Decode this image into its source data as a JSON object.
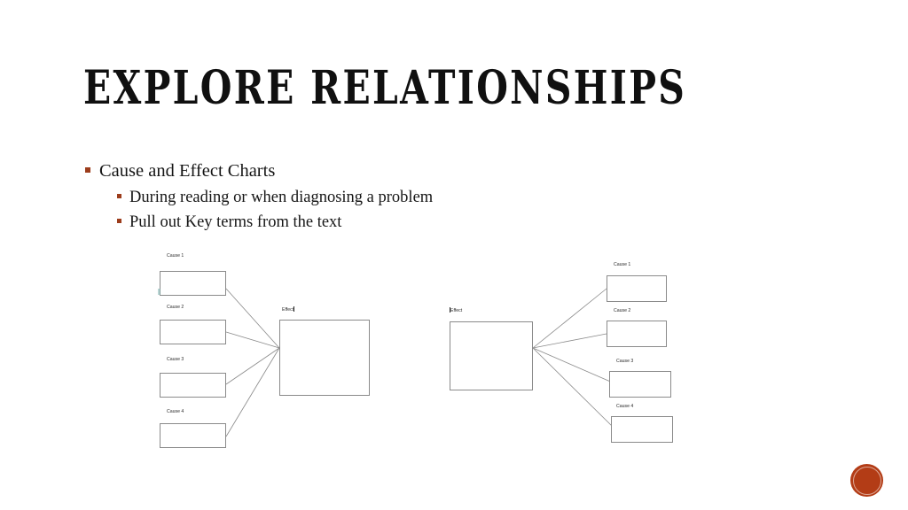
{
  "slide": {
    "title": "EXPLORE RELATIONSHIPS",
    "background_color": "#FFFFFF",
    "accent_color": "#B33C16",
    "bullet_color": "#9C3D1C"
  },
  "body": {
    "bullets": [
      {
        "level": 1,
        "text": "Cause and Effect Charts"
      },
      {
        "level": 2,
        "text": "During reading or when diagnosing a problem"
      },
      {
        "level": 2,
        "text": "Pull out Key terms from the text"
      }
    ]
  },
  "diagrams": [
    {
      "name": "causes-to-effect",
      "orientation": "causes-left-effect-right",
      "effect": {
        "label": "Effect",
        "has_text_cursor": true
      },
      "causes": [
        {
          "label": "Cause 1"
        },
        {
          "label": "Cause 2"
        },
        {
          "label": "Cause 3"
        },
        {
          "label": "Cause 4"
        }
      ]
    },
    {
      "name": "effect-to-causes",
      "orientation": "effect-left-causes-right",
      "effect": {
        "label": "Effect",
        "has_text_cursor": true
      },
      "causes": [
        {
          "label": "Cause 1"
        },
        {
          "label": "Cause 2"
        },
        {
          "label": "Cause 3"
        },
        {
          "label": "Cause 4"
        }
      ]
    }
  ],
  "decoration": {
    "corner_circle_color": "#B33C16"
  }
}
